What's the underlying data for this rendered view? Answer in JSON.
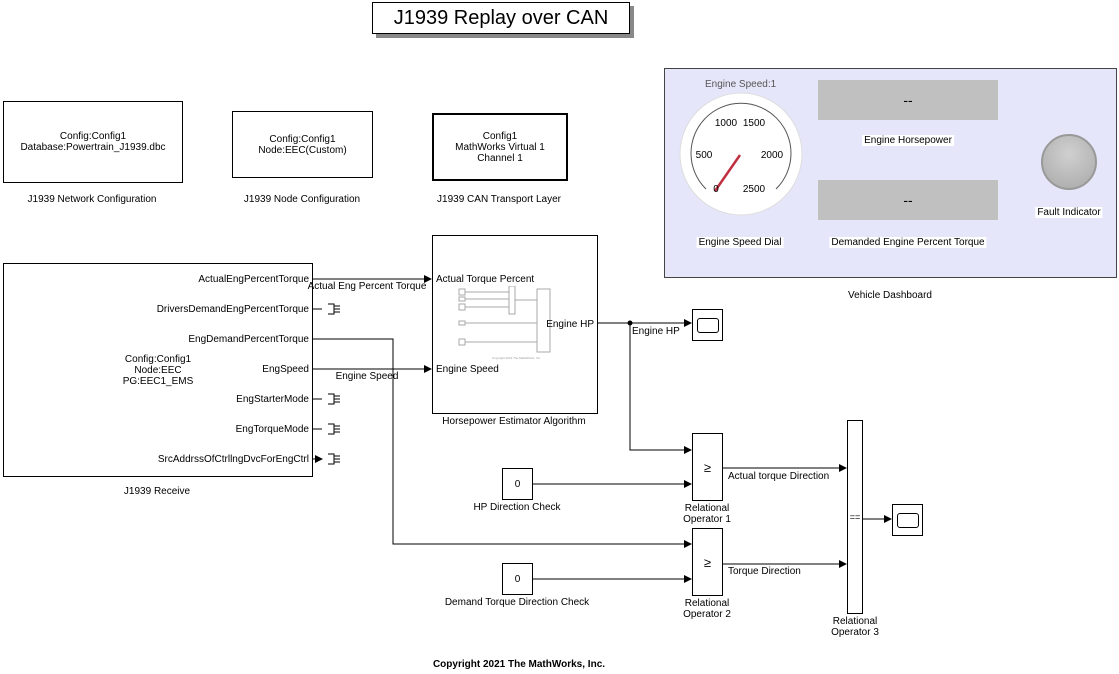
{
  "title": "J1939 Replay over CAN",
  "network_config": {
    "text": "Config:Config1\nDatabase:Powertrain_J1939.dbc",
    "label": "J1939 Network Configuration"
  },
  "node_config": {
    "text": "Config:Config1\nNode:EEC(Custom)",
    "label": "J1939 Node Configuration"
  },
  "transport": {
    "text": "Config1\nMathWorks Virtual 1\nChannel 1",
    "label": "J1939 CAN Transport Layer"
  },
  "dashboard": {
    "label": "Vehicle Dashboard",
    "gauge": {
      "title": "Engine Speed:1",
      "ticks": [
        "0",
        "500",
        "1000",
        "1500",
        "2000",
        "2500"
      ],
      "label": "Engine Speed Dial",
      "min": 0,
      "max": 2500
    },
    "hp_display": {
      "value": "--",
      "label": "Engine Horsepower"
    },
    "torque_display": {
      "value": "--",
      "label": "Demanded Engine Percent Torque"
    },
    "lamp": {
      "label": "Fault Indicator",
      "color": "#c0c0c0"
    },
    "bg_color": "#e6e6fa"
  },
  "receive": {
    "text": "Config:Config1\nNode:EEC\nPG:EEC1_EMS",
    "label": "J1939 Receive",
    "ports": [
      "ActualEngPercentTorque",
      "DriversDemandEngPercentTorque",
      "EngDemandPercentTorque",
      "EngSpeed",
      "EngStarterMode",
      "EngTorqueMode",
      "SrcAddrssOfCtrllngDvcForEngCtrl"
    ]
  },
  "estimator": {
    "label": "Horsepower Estimator Algorithm",
    "in1": "Actual Torque Percent",
    "in2": "Engine Speed",
    "out": "Engine HP",
    "thumb_copyright": "Copyright 2021 The MathWorks, Inc."
  },
  "signals": {
    "torque": "Actual Eng Percent Torque",
    "speed": "Engine Speed",
    "hp": "Engine HP",
    "actual_dir": "Actual torque Direction",
    "torque_dir": "Torque Direction"
  },
  "const1": {
    "value": "0",
    "label": "HP Direction Check"
  },
  "const2": {
    "value": "0",
    "label": "Demand Torque Direction Check"
  },
  "relop1": {
    "symbol": "≥",
    "label": "Relational\nOperator 1"
  },
  "relop2": {
    "symbol": "≥",
    "label": "Relational\nOperator 2"
  },
  "relop3": {
    "symbol": "==",
    "label": "Relational\nOperator 3"
  },
  "copyright": "Copyright 2021 The MathWorks, Inc."
}
